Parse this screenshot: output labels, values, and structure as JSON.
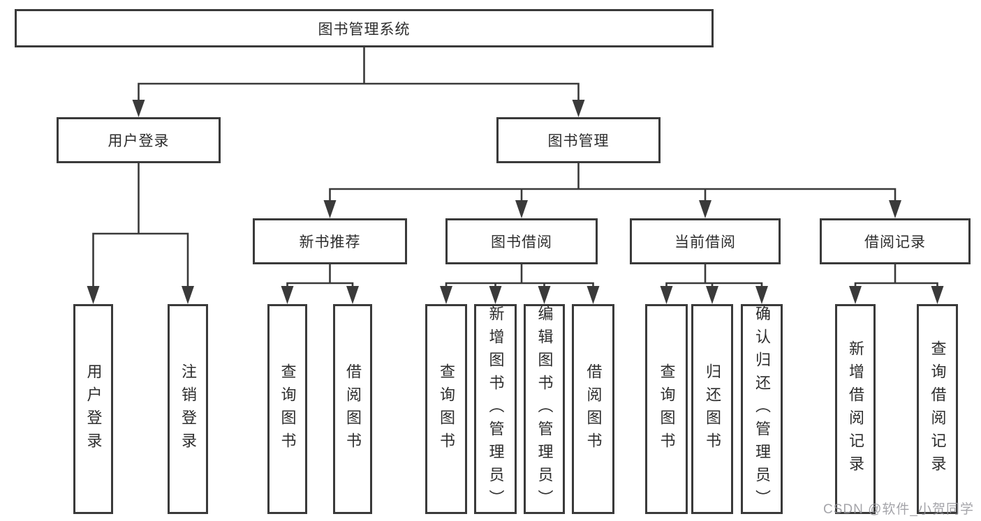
{
  "tree": {
    "root": {
      "label": "图书管理系统"
    },
    "children": [
      {
        "label": "用户登录",
        "children": [
          {
            "label": "用户登录"
          },
          {
            "label": "注销登录"
          }
        ]
      },
      {
        "label": "图书管理",
        "children": [
          {
            "label": "新书推荐",
            "children": [
              {
                "label": "查询图书"
              },
              {
                "label": "借阅图书"
              }
            ]
          },
          {
            "label": "图书借阅",
            "children": [
              {
                "label": "查询图书"
              },
              {
                "label": "新增图书（管理员）"
              },
              {
                "label": "编辑图书（管理员）"
              },
              {
                "label": "借阅图书"
              }
            ]
          },
          {
            "label": "当前借阅",
            "children": [
              {
                "label": "查询图书"
              },
              {
                "label": "归还图书"
              },
              {
                "label": "确认归还（管理员）"
              }
            ]
          },
          {
            "label": "借阅记录",
            "children": [
              {
                "label": "新增借阅记录"
              },
              {
                "label": "查询借阅记录"
              }
            ]
          }
        ]
      }
    ]
  },
  "watermark": {
    "text": "CSDN @软件_小贺同学"
  },
  "colors": {
    "box_border": "#3a3a3a",
    "connector": "#3a3a3a",
    "text": "#2d2d2d",
    "watermark": "#94949a",
    "background": "#ffffff"
  }
}
